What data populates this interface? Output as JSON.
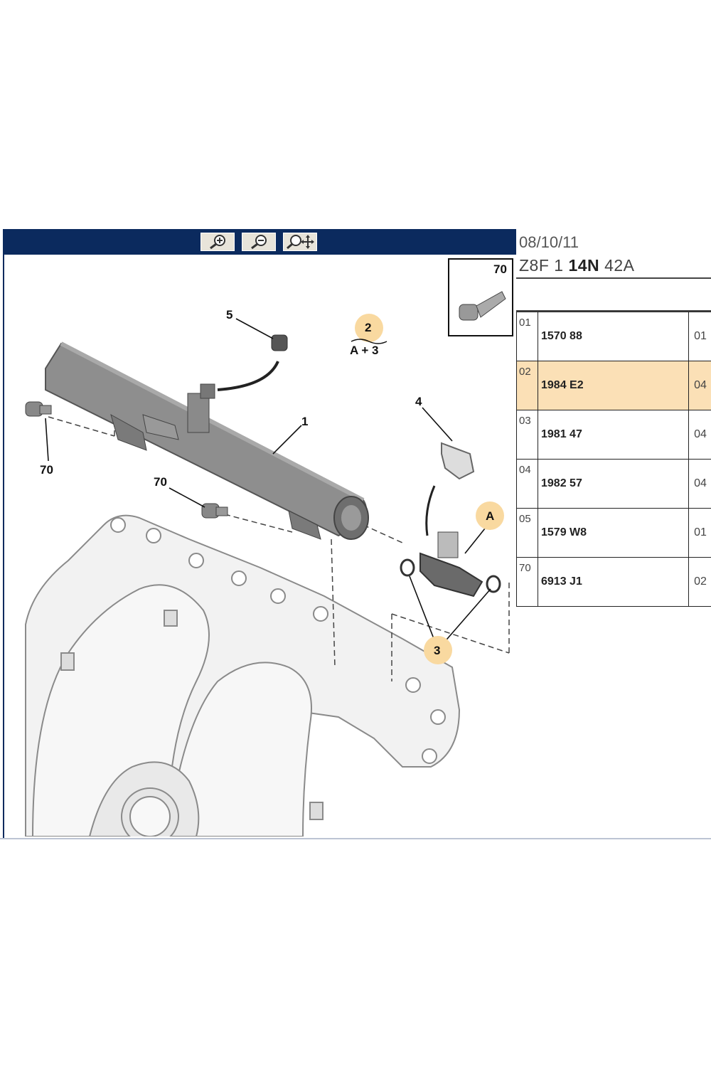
{
  "toolbar": {
    "buttons": [
      {
        "icon": "zoom-in-icon"
      },
      {
        "icon": "zoom-out-icon"
      },
      {
        "icon": "zoom-pan-icon"
      }
    ]
  },
  "diagram": {
    "callouts": {
      "c1": "1",
      "c2": "2",
      "c2_formula": "A + 3",
      "c3": "3",
      "c4": "4",
      "c5": "5",
      "cA": "A",
      "c70_left": "70",
      "c70_mid": "70",
      "c70_inset": "70"
    },
    "highlight_color": "#f9d9a0"
  },
  "side": {
    "date": "08/10/11",
    "code_prefix": "Z8F 1",
    "code_bold": "14N",
    "code_suffix": "42A"
  },
  "parts": [
    {
      "idx": "01",
      "ref": "1570 88",
      "qty": "01",
      "selected": false
    },
    {
      "idx": "02",
      "ref": "1984 E2",
      "qty": "04",
      "selected": true
    },
    {
      "idx": "03",
      "ref": "1981 47",
      "qty": "04",
      "selected": false
    },
    {
      "idx": "04",
      "ref": "1982 57",
      "qty": "04",
      "selected": false
    },
    {
      "idx": "05",
      "ref": "1579 W8",
      "qty": "01",
      "selected": false
    },
    {
      "idx": "70",
      "ref": "6913 J1",
      "qty": "02",
      "selected": false
    }
  ]
}
